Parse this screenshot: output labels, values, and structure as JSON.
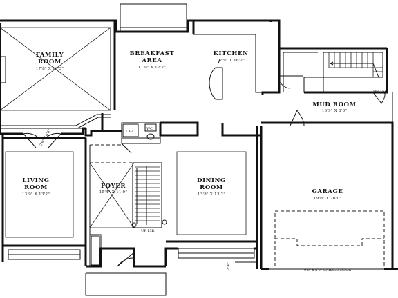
{
  "rooms": {
    "family": {
      "name_1": "FAMILY",
      "name_2": "ROOM",
      "dims": "17'8\" X 16'3\""
    },
    "breakfast": {
      "name_1": "BREAKFAST",
      "name_2": "AREA",
      "dims": "11'0\" X 12'2\""
    },
    "kitchen": {
      "name": "KITCHEN",
      "dims": "12'9\" X 16'2\""
    },
    "mud_room": {
      "name": "MUD ROOM",
      "dims": "16'9\" X 6'0\""
    },
    "living": {
      "name_1": "LIVING",
      "name_2": "ROOM",
      "dims": "13'9\" X 13'2\""
    },
    "foyer": {
      "name": "FOYER",
      "dims": "15'4\" X 11'0\""
    },
    "dining": {
      "name_1": "DINING",
      "name_2": "ROOM",
      "dims": "13'8\" X 13'2\""
    },
    "garage": {
      "name": "GARAGE",
      "dims": "19'0\" X 20'0\""
    }
  },
  "labels": {
    "wc": "WC",
    "lav": "LAV",
    "up_stairs": "UP 15R",
    "dn_stairs": "DN 15R",
    "garage_door": "9'0\" x 8'0\" GARAGE DOOR",
    "opening_dim": "2'4\"",
    "window_note": "2'6\" X 6'8\""
  }
}
